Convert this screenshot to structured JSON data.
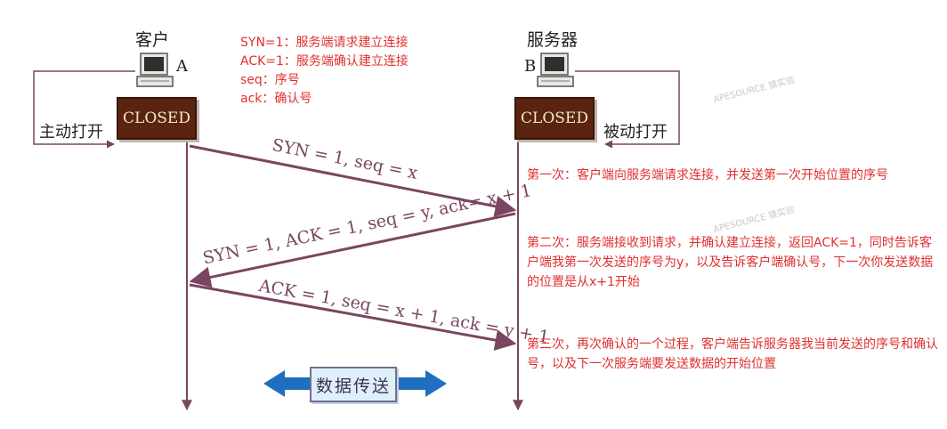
{
  "client": {
    "title": "客户",
    "letter": "A",
    "state": "CLOSED",
    "open_label": "主动打开"
  },
  "server": {
    "title": "服务器",
    "letter": "B",
    "state": "CLOSED",
    "open_label": "被动打开"
  },
  "legend": [
    "SYN=1：服务端请求建立连接",
    "ACK=1：服务端确认建立连接",
    "seq：序号",
    "ack：确认号"
  ],
  "messages": [
    {
      "text": "SYN = 1, seq = x",
      "direction": "client-to-server"
    },
    {
      "text": "SYN = 1, ACK = 1, seq = y, ack= x + 1",
      "direction": "server-to-client"
    },
    {
      "text": "ACK = 1, seq = x + 1, ack = y + 1",
      "direction": "client-to-server"
    }
  ],
  "notes": [
    "第一次：客户端向服务端请求连接，并发送第一次开始位置的序号",
    "第二次：服务端接收到请求，并确认建立连接，返回ACK=1，同时告诉客户端我第一次发送的序号为y，以及告诉客户端确认号，下一次你发送数据的位置是从x+1开始",
    "第三次，再次确认的一个过程，客户端告诉服务器我当前发送的序号和确认号，以及下一次服务端要发送数据的开始位置"
  ],
  "transfer_label": "数据传送",
  "watermark": "APESOURCE 猿实验",
  "colors": {
    "arrow": "#7a4560",
    "note": "#e03030",
    "closed_bg": "#5a2410",
    "transfer_arrow": "#1f6fc0"
  }
}
